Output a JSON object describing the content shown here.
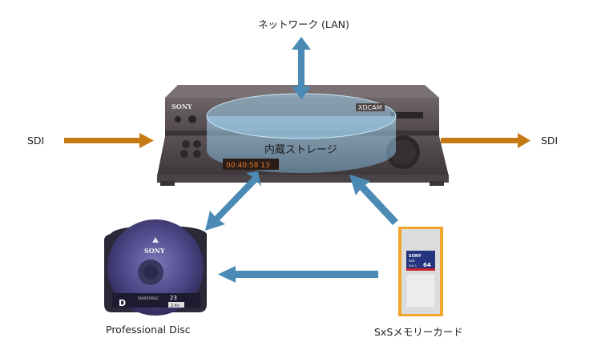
{
  "labels": {
    "network": "ネットワーク (LAN)",
    "sdi_in": "SDI",
    "sdi_out": "SDI",
    "storage": "内蔵ストレージ",
    "disc": "Professional Disc",
    "sxs": "SxSメモリーカード"
  },
  "device": {
    "brand": "SONY",
    "model_badge": "XDCAM",
    "timecode": "00:40:58 13"
  },
  "disc": {
    "brand": "SONY",
    "rewritable": "REWRITABLE",
    "capacity": "23",
    "speed": "2.4x"
  },
  "card": {
    "brand": "SONY",
    "type": "SxS",
    "capacity": "64",
    "variant": "SxS-1"
  },
  "colors": {
    "sdi_arrow": "#c67a14",
    "flow_arrow": "#4a8ab5",
    "device_body": "#5f5658",
    "storage_ellipse": "#8fc3e3"
  }
}
